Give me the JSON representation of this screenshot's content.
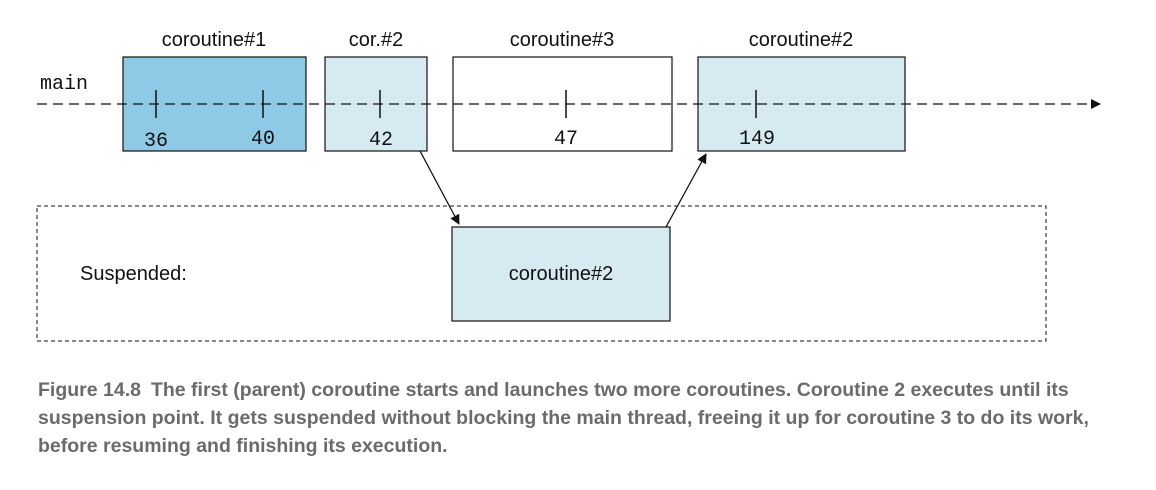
{
  "thread_label": "main",
  "segments": [
    {
      "label": "coroutine#1",
      "ticks": [
        "36",
        "40"
      ],
      "fill": "#8ecae6"
    },
    {
      "label": "cor.#2",
      "ticks": [
        "42"
      ],
      "fill": "#d6eaf2"
    },
    {
      "label": "coroutine#3",
      "ticks": [
        "47"
      ],
      "fill": "#ffffff"
    },
    {
      "label": "coroutine#2",
      "ticks": [
        "149"
      ],
      "fill": "#d6eaf2"
    }
  ],
  "suspended": {
    "label": "Suspended:",
    "box_label": "coroutine#2",
    "fill": "#d6eaf2"
  },
  "caption": {
    "figure_label": "Figure 14.8",
    "text": "The first (parent) coroutine starts and launches two more coroutines. Coroutine 2 executes until its suspension point. It gets suspended without blocking the main thread, freeing it up for coroutine 3 to do its work, before resuming and finishing its execution."
  }
}
